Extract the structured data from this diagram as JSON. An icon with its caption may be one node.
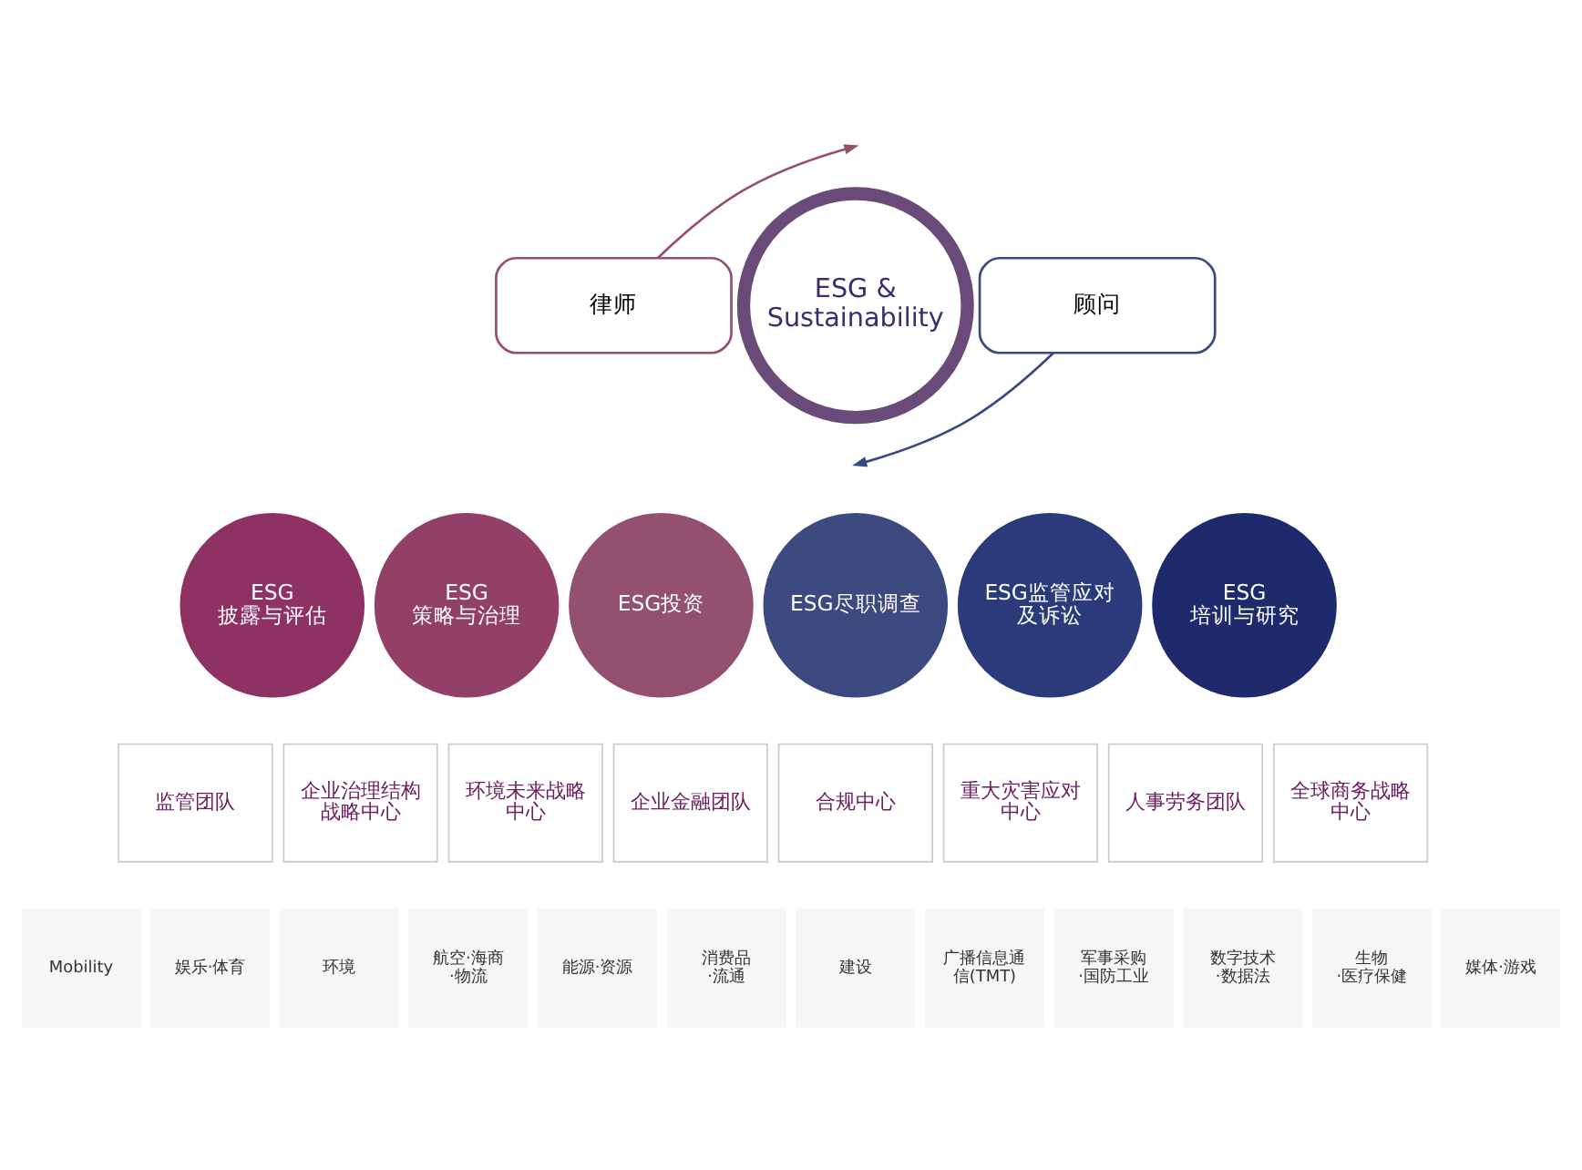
{
  "diagram": {
    "nodes": [
      {
        "text": [
          "ESG & Sustainability"
        ]
      },
      {
        "text": [
          "律师"
        ]
      },
      {
        "text": [
          "顾问"
        ]
      },
      {
        "text": [
          "ESG 披露与评估"
        ]
      },
      {
        "text": [
          "ESG 策略与治理"
        ]
      },
      {
        "text": [
          "ESG投资"
        ]
      },
      {
        "text": [
          "ESG尽职调查"
        ]
      },
      {
        "text": [
          "ESG监管应对及诉讼"
        ]
      },
      {
        "text": [
          "ESG 培训与研究"
        ]
      },
      {
        "text": [
          "监管团队"
        ]
      },
      {
        "text": [
          "企业治理结构战略中心"
        ]
      },
      {
        "text": [
          "环境未来战略中心"
        ]
      },
      {
        "text": [
          "企业金融团队"
        ]
      },
      {
        "text": [
          "合规中心"
        ]
      },
      {
        "text": [
          "重大灾害应对中心"
        ]
      },
      {
        "text": [
          "人事劳务团队"
        ]
      },
      {
        "text": [
          "全球商务战略中心"
        ]
      },
      {
        "text": [
          "Mobility"
        ]
      },
      {
        "text": [
          "娱乐·体育"
        ]
      },
      {
        "text": [
          "环境"
        ]
      },
      {
        "text": [
          "航空·海商·物流"
        ]
      },
      {
        "text": [
          "能源·资源"
        ]
      },
      {
        "text": [
          "消费品·流通"
        ]
      },
      {
        "text": [
          "建设"
        ]
      },
      {
        "text": [
          "广播信息通信(TMT)"
        ]
      },
      {
        "text": [
          "军事采购·国防工业"
        ]
      },
      {
        "text": [
          "数字技术·数据法"
        ]
      },
      {
        "text": [
          "生物·医疗保健"
        ]
      },
      {
        "text": [
          "媒体·游戏"
        ]
      }
    ],
    "edges": [
      {
        "from": 1,
        "to": null,
        "arrow": "to",
        "color": "#96506f"
      },
      {
        "from": 2,
        "to": null,
        "arrow": "to",
        "color": "#3a4a80"
      }
    ]
  }
}
